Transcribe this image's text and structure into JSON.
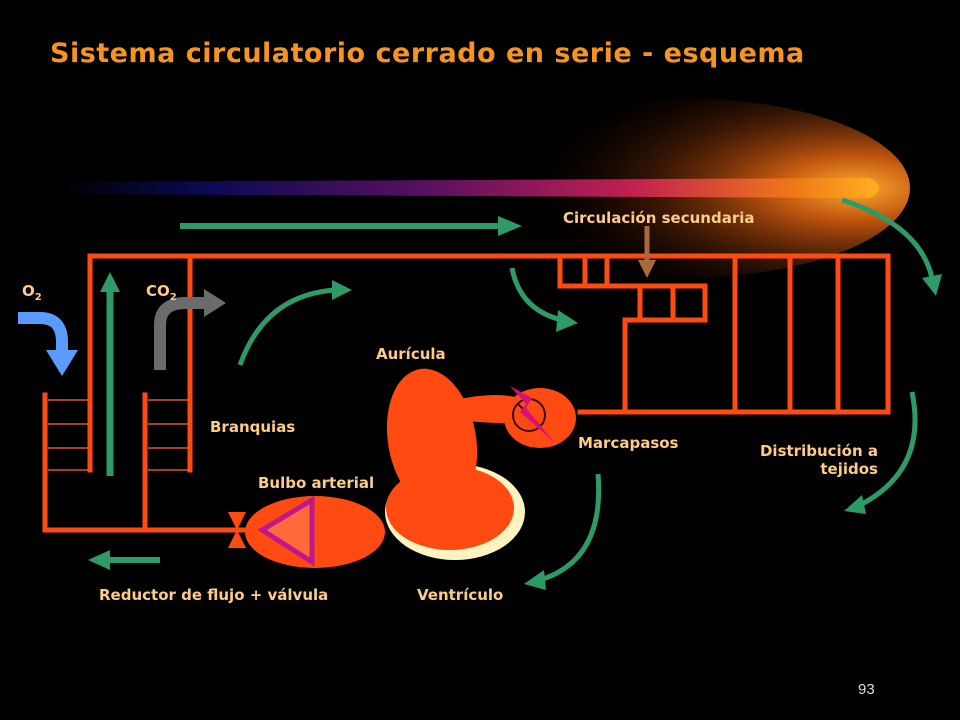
{
  "title": "Sistema circulatorio cerrado en serie - esquema",
  "labels": {
    "o2": "O",
    "o2_sub": "2",
    "co2": "CO",
    "co2_sub": "2",
    "secondary": "Circulación secundaria",
    "atrium": "Aurícula",
    "gills": "Branquias",
    "pacemaker": "Marcapasos",
    "distribution_line1": "Distribución a",
    "distribution_line2": "tejidos",
    "bulb": "Bulbo arterial",
    "reducer": "Reductor de flujo + válvula",
    "ventricle": "Ventrículo"
  },
  "page_number": "93",
  "colors": {
    "title": "#f7941d",
    "vessel": "#ff4b12",
    "arrow_green": "#2e9a66",
    "arrow_blue": "#5b9bff",
    "arrow_gray": "#6b6b6b",
    "label": "#ffcc88",
    "valve_magenta": "#c0178a",
    "pacemaker_arrow": "#a86a3a"
  }
}
